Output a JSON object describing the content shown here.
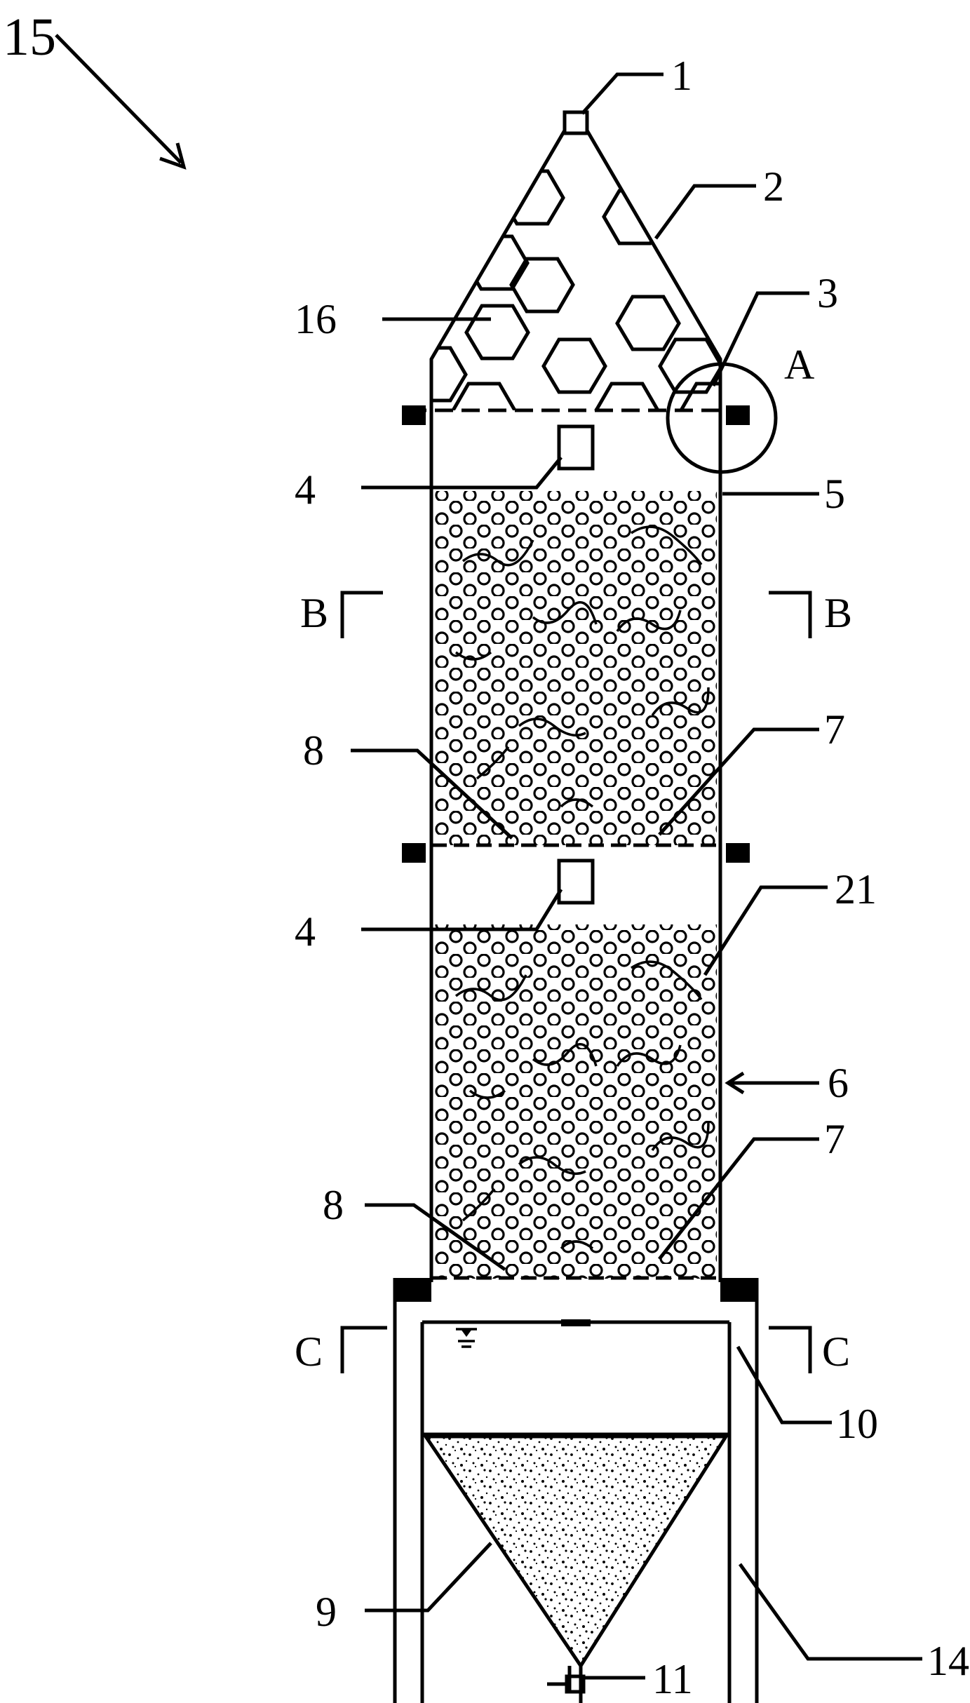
{
  "figure_id": "15",
  "labels": {
    "l1": "1",
    "l2": "2",
    "l3": "3",
    "l4a": "4",
    "l4b": "4",
    "l5": "5",
    "l6": "6",
    "l7a": "7",
    "l7b": "7",
    "l8a": "8",
    "l8b": "8",
    "l9": "9",
    "l10": "10",
    "l11": "11",
    "l14": "14",
    "l16": "16",
    "l21": "21"
  },
  "detail_marker": "A",
  "sections": {
    "b_left": "B",
    "b_right": "B",
    "c_left": "C",
    "c_right": "C"
  }
}
